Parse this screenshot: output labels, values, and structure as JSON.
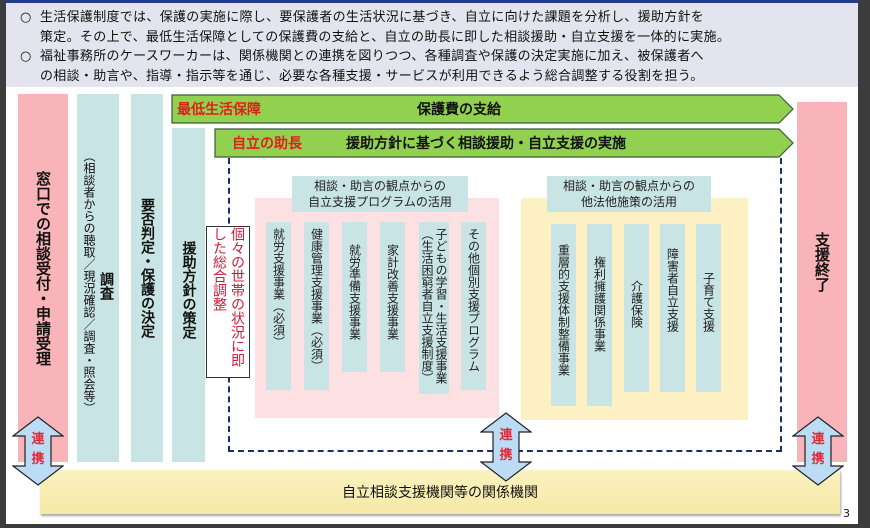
{
  "intro": {
    "bullet_icon": "○",
    "lines": [
      "生活保護制度では、保護の実施に際し、要保護者の生活状況に基づき、自立に向けた課題を分析し、援助方針を",
      "策定。その上で、最低生活保障としての保護費の支給と、自立の助長に即した相談援助・自立支援を一体的に実施。",
      "福祉事務所のケースワーカーは、関係機関との連携を図りつつ、各種調査や保護の決定実施に加え、被保護者へ",
      "の相談・助言や、指導・指示等を通じ、必要な各種支援・サービスが利用できるよう総合調整する役割を担う。"
    ]
  },
  "columns": {
    "reception": "窓口での相談受付・申請受理",
    "survey_title": "調査",
    "survey_detail": "（相談者からの聴取／現況確認／調査・照会等）",
    "decision": "要否判定・保護の決定",
    "policy": "援助方針の策定",
    "end": "支援終了"
  },
  "arrows": {
    "minimum": {
      "label": "最低生活保障",
      "text": "保護費の支給"
    },
    "independence": {
      "label": "自立の助長",
      "text": "援助方針に基づく相談援助・自立支援の実施"
    }
  },
  "coordination_box": "個々の世帯の状況に即した総合調整",
  "program_group": {
    "title_line1": "相談・助言の観点からの",
    "title_line2": "自立支援プログラムの活用",
    "items": [
      "就労支援事業（必須）",
      "健康管理支援事業（必須）",
      "就労準備支援事業",
      "家計改善支援事業",
      "子どもの学習・生活支援事業",
      "（生活困窮者自立支援制度）",
      "その他個別支援プログラム"
    ]
  },
  "other_group": {
    "title_line1": "相談・助言の観点からの",
    "title_line2": "他法他施策の活用",
    "items": [
      "重層的支援体制整備事業",
      "権利擁護関係事業",
      "介護保険",
      "障害者自立支援",
      "子育て支援"
    ]
  },
  "link_label_1": "連",
  "link_label_2": "携",
  "bottom_bar": "自立相談支援機関等の関係機関",
  "page_number": "3",
  "colors": {
    "pink": "#f8b4b8",
    "teal": "#c8e4e4",
    "green": "#92d050",
    "red_text": "#e0201a",
    "navy_dash": "#1a2f66",
    "yellow": "#f5e9a6",
    "light_pink_bg": "#fde0e2",
    "light_yellow_bg": "#fdf1c4",
    "arrow_blue": "#bcdcf6"
  }
}
